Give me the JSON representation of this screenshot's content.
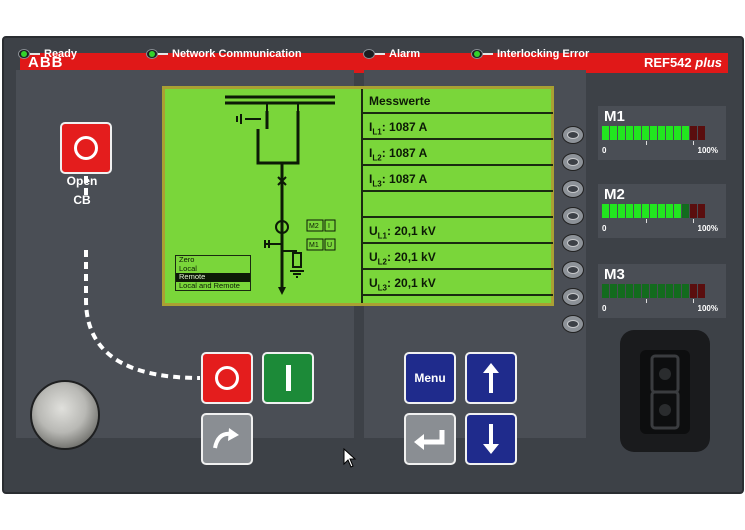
{
  "header": {
    "brand": "ABB",
    "model_prefix": "REF542",
    "model_suffix": "plus",
    "brand_color": "#e01818"
  },
  "leds": [
    {
      "label": "Ready",
      "state": "on"
    },
    {
      "label": "Network Communication",
      "state": "on"
    },
    {
      "label": "Alarm",
      "state": "off"
    },
    {
      "label": "Interlocking Error",
      "state": "on"
    }
  ],
  "controls": {
    "open_label_line1": "Open",
    "open_label_line2": "CB",
    "open_icon": "ring-icon",
    "close_icon": "bar-icon",
    "rotate_icon": "rotate-arrow-icon"
  },
  "lcd": {
    "background": "#7ad63a",
    "title": "Messwerte",
    "rows": [
      {
        "sym": "I",
        "sub": "L1",
        "value": ": 1087 A"
      },
      {
        "sym": "I",
        "sub": "L2",
        "value": ": 1087 A"
      },
      {
        "sym": "I",
        "sub": "L3",
        "value": ": 1087 A"
      },
      {
        "sym": "",
        "sub": "",
        "value": ""
      },
      {
        "sym": "U",
        "sub": "L1",
        "value": ": 20,1 kV"
      },
      {
        "sym": "U",
        "sub": "L2",
        "value": ": 20,1 kV"
      },
      {
        "sym": "U",
        "sub": "L3",
        "value": ": 20,1 kV"
      }
    ],
    "control_modes": [
      "Zero",
      "Local",
      "Remote",
      "Local and Remote"
    ],
    "control_mode_selected": "Remote",
    "diagram_tags": {
      "m2": "M2",
      "i": "I",
      "m1": "M1",
      "u": "U"
    }
  },
  "nav": {
    "menu_label": "Menu",
    "up_icon": "arrow-up-icon",
    "down_icon": "arrow-down-icon",
    "enter_icon": "enter-icon"
  },
  "meters": [
    {
      "name": "M1",
      "lo": "0",
      "hi": "100%",
      "level_cells": 11,
      "total_cells": 13
    },
    {
      "name": "M2",
      "lo": "0",
      "hi": "100%",
      "level_cells": 10,
      "total_cells": 13
    },
    {
      "name": "M3",
      "lo": "0",
      "hi": "100%",
      "level_cells": 0,
      "total_cells": 13
    }
  ]
}
